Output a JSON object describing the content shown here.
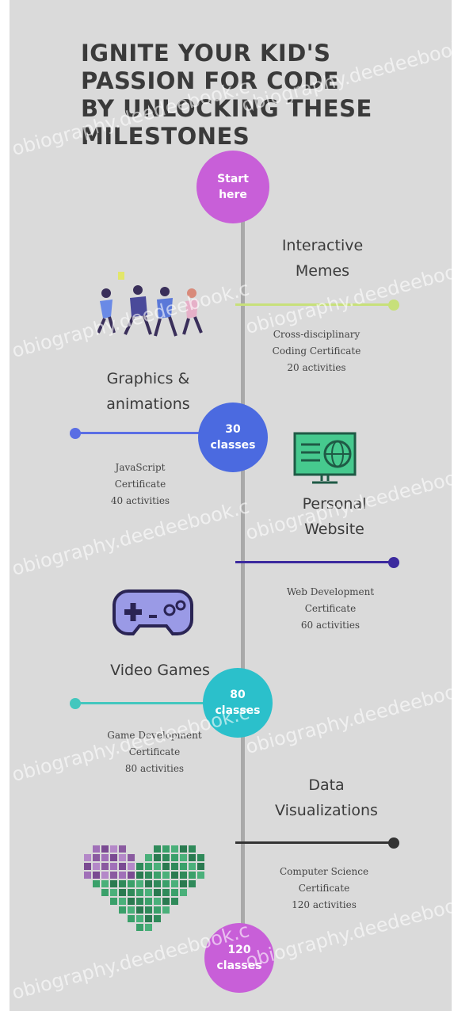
{
  "title_lines": [
    "IGNITE YOUR KID'S",
    "PASSION FOR CODE",
    "BY UNLOCKING THESE",
    "MILESTONES"
  ],
  "circles": {
    "start": [
      "Start",
      "here"
    ],
    "c30": [
      "30",
      "classes"
    ],
    "c80": [
      "80",
      "classes"
    ],
    "c120": [
      "120",
      "classes"
    ]
  },
  "milestones": {
    "memes": {
      "label": [
        "Interactive",
        "Memes"
      ],
      "cert": [
        "Cross-disciplinary",
        "Coding Certificate",
        "20 activities"
      ]
    },
    "graphics": {
      "label": [
        "Graphics &",
        "animations"
      ],
      "cert": [
        "JavaScript",
        "Certificate",
        "40 activities"
      ]
    },
    "website": {
      "label": [
        "Personal",
        "Website"
      ],
      "cert": [
        "Web Development",
        "Certificate",
        "60 activities"
      ]
    },
    "games": {
      "label": [
        "Video Games"
      ],
      "cert": [
        "Game Development",
        "Certificate",
        "80 activities"
      ]
    },
    "dataviz": {
      "label": [
        "Data",
        "Visualizations"
      ],
      "cert": [
        "Computer Science",
        "Certificate",
        "120 activities"
      ]
    }
  },
  "colors": {
    "start": "#c85fd8",
    "c30": "#4b6ae0",
    "c80": "#2bc0cb",
    "c120": "#c85fd8",
    "memes_line": "#c7e07a",
    "graphics_line": "#5a6ee4",
    "website_line": "#3c2a9e",
    "games_line": "#43c7be",
    "dataviz_line": "#333333"
  },
  "icons": [
    "people-running-icon",
    "computer-globe-icon",
    "game-controller-icon",
    "pixel-heart-icon"
  ],
  "watermark": "obiography.deedeebook.c"
}
